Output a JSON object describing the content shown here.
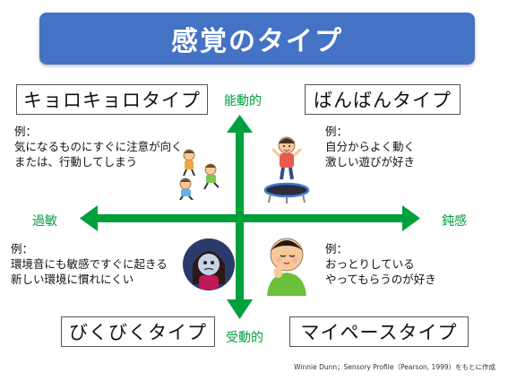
{
  "title": "感覚のタイプ",
  "types": {
    "top_left": "キョロキョロタイプ",
    "top_right": "ばんばんタイプ",
    "bottom_left": "びくびくタイプ",
    "bottom_right": "マイペースタイプ"
  },
  "axis": {
    "top": "能動的",
    "bottom": "受動的",
    "left": "過敏",
    "right": "鈍感",
    "color": "#00a03c"
  },
  "examples": {
    "top_left": [
      "例：",
      "気になるものにすぐに注意が向く",
      "または、行動してしまう"
    ],
    "top_right": [
      "例：",
      "自分からよく動く",
      "激しい遊びが好き"
    ],
    "bottom_left": [
      "例：",
      "環境音にも敏感ですぐに起きる",
      "新しい環境に慣れにくい"
    ],
    "bottom_right": [
      "例：",
      "おっとりしている",
      "やってもらうのが好き"
    ]
  },
  "credit": "Winnie Dunn；Sensory Profile（Pearson, 1999）をもとに作成",
  "colors": {
    "title_bg": "#4472c4",
    "title_text": "#ffffff"
  }
}
